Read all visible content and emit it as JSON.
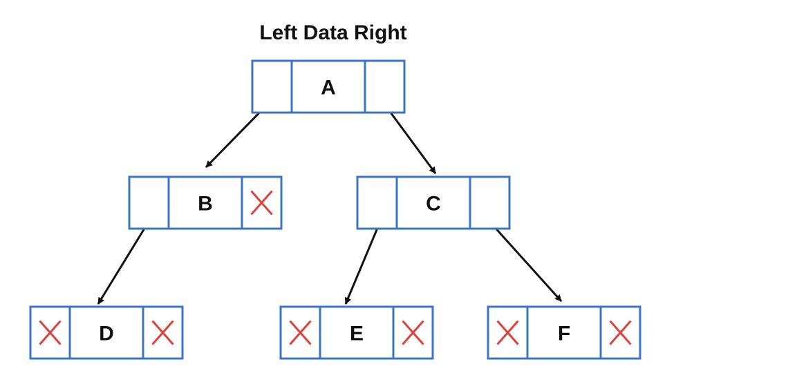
{
  "diagram": {
    "header": "Left Data Right",
    "colors": {
      "box_stroke": "#3b74c4",
      "null_mark": "#e0403a",
      "arrow": "#111111",
      "text": "#111111"
    },
    "nodes": [
      {
        "id": "A",
        "data": "A",
        "left_null": false,
        "right_null": false
      },
      {
        "id": "B",
        "data": "B",
        "left_null": false,
        "right_null": true
      },
      {
        "id": "C",
        "data": "C",
        "left_null": false,
        "right_null": false
      },
      {
        "id": "D",
        "data": "D",
        "left_null": true,
        "right_null": true
      },
      {
        "id": "E",
        "data": "E",
        "left_null": true,
        "right_null": true
      },
      {
        "id": "F",
        "data": "F",
        "left_null": true,
        "right_null": true
      }
    ],
    "edges": [
      {
        "from": "A",
        "side": "left",
        "to": "B"
      },
      {
        "from": "A",
        "side": "right",
        "to": "C"
      },
      {
        "from": "B",
        "side": "left",
        "to": "D"
      },
      {
        "from": "C",
        "side": "left",
        "to": "E"
      },
      {
        "from": "C",
        "side": "right",
        "to": "F"
      }
    ],
    "null_icon": "x-mark-icon"
  }
}
